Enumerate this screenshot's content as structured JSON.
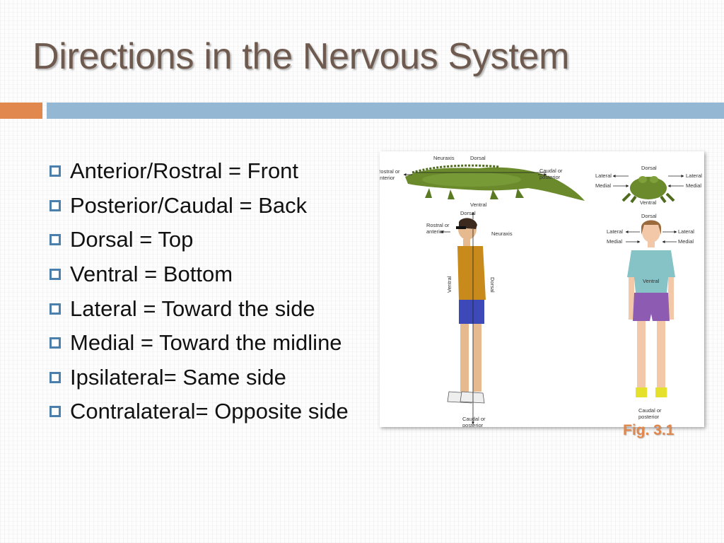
{
  "slide": {
    "title": "Directions in the Nervous System",
    "accent_colors": {
      "orange": "#e0884d",
      "blue": "#94b8d4",
      "title": "#6e5a4e"
    }
  },
  "bullets": [
    "Anterior/Rostral = Front",
    "Posterior/Caudal = Back",
    "Dorsal = Top",
    "Ventral = Bottom",
    "Lateral = Toward the side",
    "Medial = Toward the midline",
    "Ipsilateral= Same side",
    "Contralateral= Opposite side"
  ],
  "figure": {
    "caption": "Fig. 3.1",
    "alligator_side": {
      "neuraxis": "Neuraxis",
      "dorsal": "Dorsal",
      "rostral_1": "Rostral or",
      "rostral_2": "anterior",
      "caudal_1": "Caudal or",
      "caudal_2": "posterior",
      "ventral": "Ventral"
    },
    "alligator_front": {
      "dorsal": "Dorsal",
      "lateral_left": "Lateral",
      "lateral_right": "Lateral",
      "medial_left": "Medial",
      "medial_right": "Medial",
      "ventral": "Ventral"
    },
    "human_side": {
      "dorsal_top": "Dorsal",
      "rostral_1": "Rostral or",
      "rostral_2": "anterior",
      "neuraxis": "Neuraxis",
      "ventral": "Ventral",
      "dorsal_back": "Dorsal",
      "caudal_1": "Caudal or",
      "caudal_2": "posterior"
    },
    "human_front": {
      "dorsal": "Dorsal",
      "lateral_left": "Lateral",
      "lateral_right": "Lateral",
      "medial_left": "Medial",
      "medial_right": "Medial",
      "ventral": "Ventral",
      "caudal_1": "Caudal or",
      "caudal_2": "posterior"
    }
  }
}
